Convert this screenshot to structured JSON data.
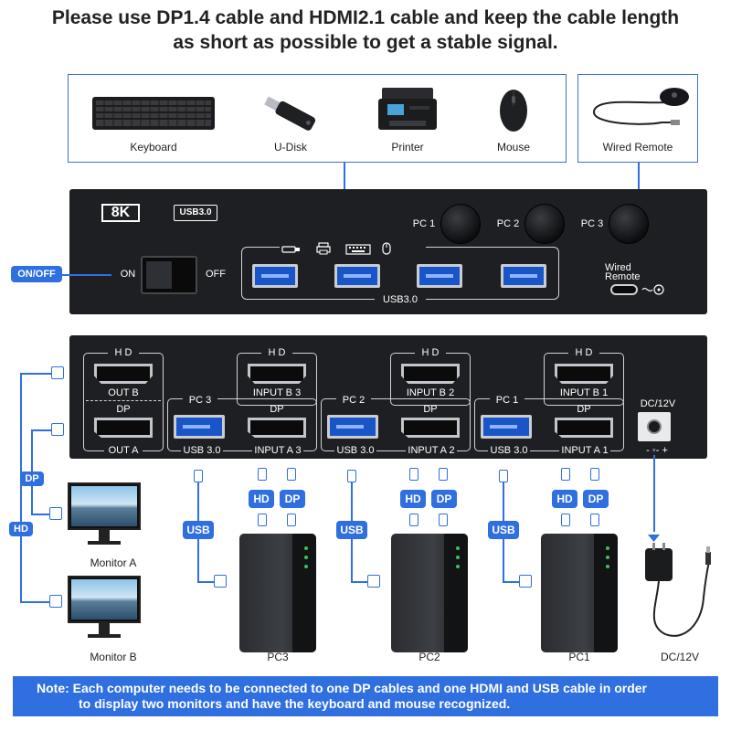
{
  "heading": {
    "line1": "Please use DP1.4 cable and HDMI2.1 cable and keep the cable length",
    "line2": "as short as possible to get a stable signal."
  },
  "peripherals": {
    "keyboard": "Keyboard",
    "udisk": "U-Disk",
    "printer": "Printer",
    "mouse": "Mouse",
    "remote": "Wired Remote"
  },
  "front_panel": {
    "badge_8k": "8K",
    "badge_usb": "USB3.0",
    "on_off": "ON/OFF",
    "on": "ON",
    "off": "OFF",
    "pc1": "PC 1",
    "pc2": "PC 2",
    "pc3": "PC 3",
    "usb_label": "USB3.0",
    "wired": "Wired",
    "remote": "Remote"
  },
  "back_panel": {
    "hd": "H D",
    "dp": "DP",
    "out_b": "OUT B",
    "out_a": "OUT A",
    "pc3": "PC 3",
    "pc2": "PC 2",
    "pc1": "PC 1",
    "input_b3": "INPUT B 3",
    "input_b2": "INPUT B 2",
    "input_b1": "INPUT B 1",
    "input_a3": "INPUT A 3",
    "input_a2": "INPUT A 2",
    "input_a1": "INPUT A 1",
    "usb30": "USB 3.0",
    "dc12v": "DC/12V",
    "polarity": "- ◦- +"
  },
  "bottom": {
    "dp_tag": "DP",
    "hd_tag": "HD",
    "usb_tag": "USB",
    "hd": "HD",
    "dp": "DP",
    "monitor_a": "Monitor A",
    "monitor_b": "Monitor B",
    "pc3": "PC3",
    "pc2": "PC2",
    "pc1": "PC1",
    "dc12v": "DC/12V"
  },
  "note": {
    "line1": "Note: Each computer needs to be connected to one DP cables and one HDMI and USB cable in order",
    "line2": "to display two monitors and have the keyboard and mouse recognized."
  },
  "colors": {
    "accent": "#2f6fe0",
    "panel": "#1d1f22",
    "usb_port": "#1a55c8"
  }
}
